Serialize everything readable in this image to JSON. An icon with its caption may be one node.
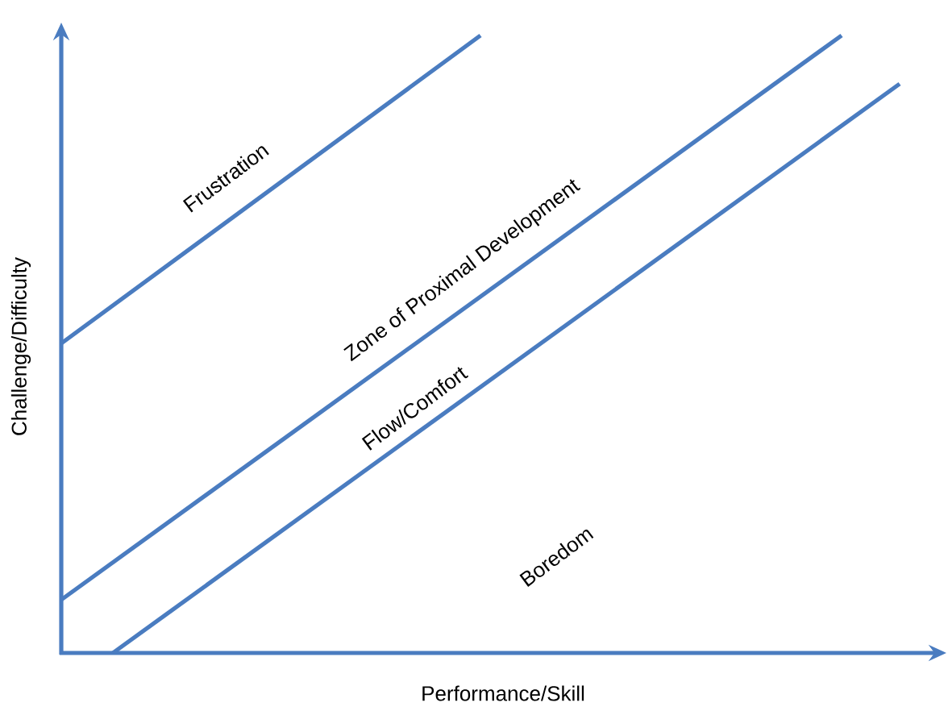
{
  "diagram": {
    "labels": [
      "Frustration",
      "Zone of Proximal Development",
      "Challenge/Difficulty",
      "Flow/Comfort",
      "Boredom",
      "Performance/Skill"
    ]
  }
}
